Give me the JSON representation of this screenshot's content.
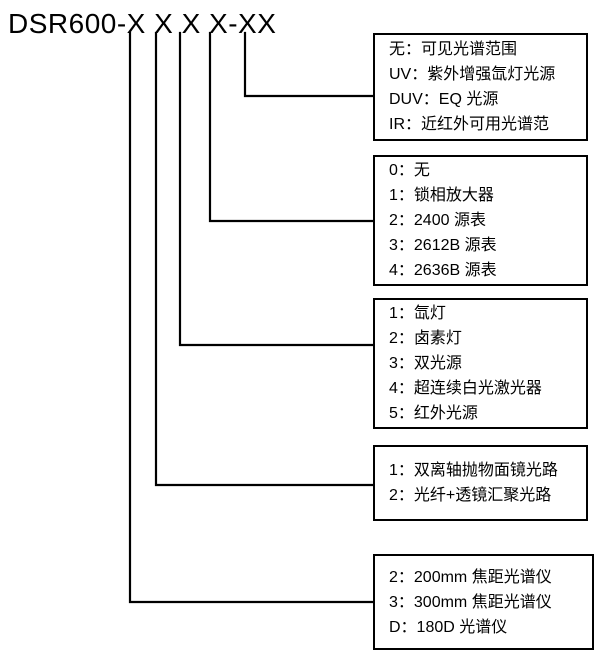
{
  "diagram": {
    "model_title": "DSR600-X X X X-XX",
    "boxes": [
      {
        "name": "spectral-range",
        "lines": [
          "无：可见光谱范围",
          "UV：紫外增强氙灯光源",
          "DUV：EQ 光源",
          "IR：近红外可用光谱范"
        ]
      },
      {
        "name": "amplifier-source-meter",
        "lines": [
          "0：无",
          "1：锁相放大器",
          "2：2400 源表",
          "3：2612B 源表",
          "4：2636B 源表"
        ]
      },
      {
        "name": "light-source",
        "lines": [
          "1：氙灯",
          "2：卤素灯",
          "3：双光源",
          "4：超连续白光激光器",
          "5：红外光源"
        ]
      },
      {
        "name": "optical-path",
        "lines": [
          "1：双离轴抛物面镜光路",
          "2：光纤+透镜汇聚光路"
        ]
      },
      {
        "name": "spectrometer",
        "lines": [
          "2：200mm 焦距光谱仪",
          "3：300mm 焦距光谱仪",
          "D：180D 光谱仪"
        ]
      }
    ],
    "colors": {
      "line": "#000000",
      "background": "#ffffff",
      "text": "#000000"
    }
  }
}
